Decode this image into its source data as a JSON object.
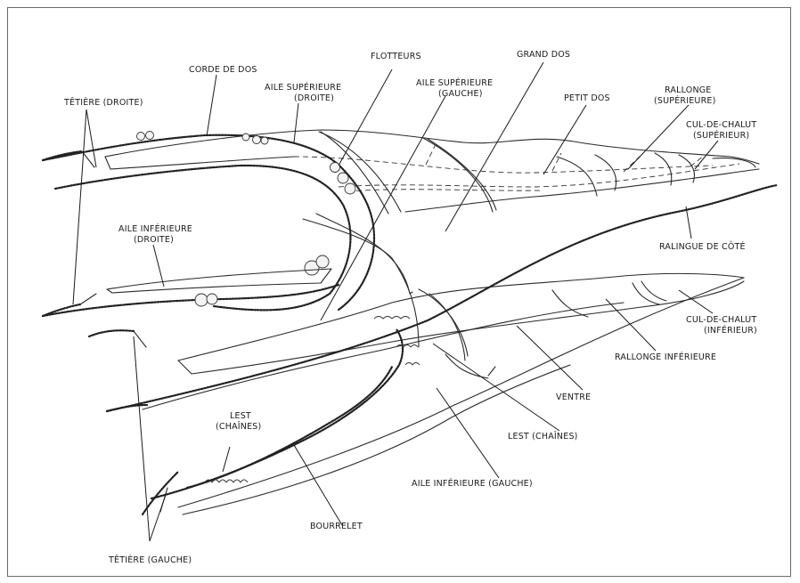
{
  "labels": {
    "corde_de_dos": "CORDE DE DOS",
    "flotteurs": "FLOTTEURS",
    "grand_dos": "GRAND DOS",
    "tetiere_droite": "TÊTIÈRE (DROITE)",
    "aile_sup_droite_1": "AILE SUPÉRIEURE",
    "aile_sup_droite_2": "(DROITE)",
    "aile_sup_gauche_1": "AILE SUPÉRIEURE",
    "aile_sup_gauche_2": "(GAUCHE)",
    "rallonge_sup_1": "RALLONGE",
    "rallonge_sup_2": "(SUPÉRIEURE)",
    "petit_dos": "PETIT DOS",
    "cul_sup_1": "CUL-DE-CHALUT",
    "cul_sup_2": "(SUPÉRIEUR)",
    "aile_inf_droite_1": "AILE INFÉRIEURE",
    "aile_inf_droite_2": "(DROITE)",
    "ralingue": "RALINGUE DE CÔTÉ",
    "cul_inf_1": "CUL-DE-CHALUT",
    "cul_inf_2": "(INFÉRIEUR)",
    "rallonge_inf": "RALLONGE INFÉRIEURE",
    "ventre": "VENTRE",
    "lest_1": "LEST",
    "lest_2": "(CHAÎNES)",
    "lest_chaines": "LEST (CHAÎNES)",
    "aile_inf_gauche": "AILE INFÉRIEURE (GAUCHE)",
    "bourrelet": "BOURRELET",
    "tetiere_gauche": "TÊTIÈRE (GAUCHE)"
  }
}
